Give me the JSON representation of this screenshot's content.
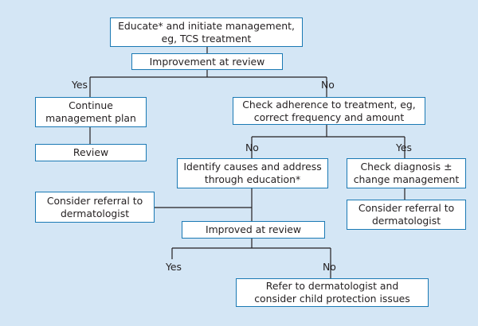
{
  "diagram": {
    "nodes": {
      "educate": {
        "line1": "Educate* and initiate management,",
        "line2": "eg, TCS treatment"
      },
      "improvement": {
        "line1": "Improvement at review"
      },
      "continue": {
        "line1": "Continue",
        "line2": "management plan"
      },
      "review": {
        "line1": "Review"
      },
      "check_adherence": {
        "line1": "Check adherence to treatment, eg,",
        "line2": "correct frequency and amount"
      },
      "identify": {
        "line1": "Identify causes and address",
        "line2": "through education*"
      },
      "check_diagnosis": {
        "line1": "Check diagnosis ±",
        "line2": "change management"
      },
      "referral_left": {
        "line1": "Consider referral to",
        "line2": "dermatologist"
      },
      "referral_right": {
        "line1": "Consider referral to",
        "line2": "dermatologist"
      },
      "improved": {
        "line1": "Improved at review"
      },
      "refer": {
        "line1": "Refer to dermatologist and",
        "line2": "consider child protection issues"
      }
    },
    "edge_labels": {
      "yes_1": "Yes",
      "no_1": "No",
      "no_2": "No",
      "yes_2": "Yes",
      "yes_3": "Yes",
      "no_3": "No"
    },
    "colors": {
      "background": "#d4e6f5",
      "box_border": "#1a79b4",
      "box_fill": "#ffffff",
      "connector": "#231f20"
    }
  }
}
